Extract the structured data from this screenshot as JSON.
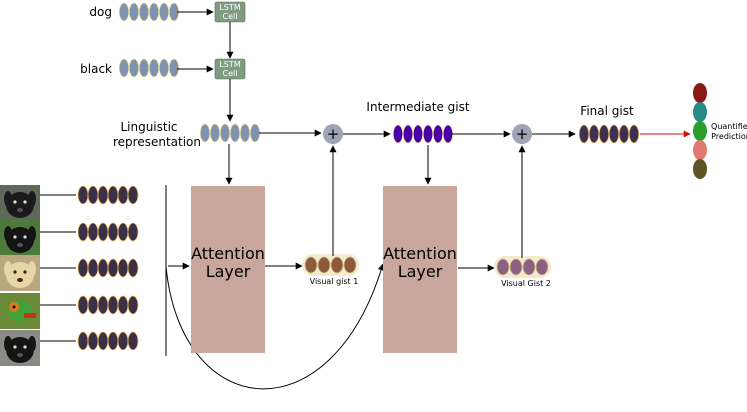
{
  "words": {
    "dog": "dog",
    "black": "black"
  },
  "lstm_cell": {
    "line1": "LSTM",
    "line2": "Cell"
  },
  "linguistic": {
    "line1": "Linguistic",
    "line2": "representation"
  },
  "intermediate_gist": "Intermediate gist",
  "final_gist": "Final gist",
  "attention": {
    "line1": "Attention",
    "line2": "Layer"
  },
  "visual_gist_1": "Visual gist 1",
  "visual_gist_2": "Visual Gist 2",
  "quantifier": {
    "line1": "Quantifier",
    "line2": "Prediction"
  },
  "plus_symbol": "+",
  "colors": {
    "word_vector": "#7f93b0",
    "word_vector_border": "#f3e6a0",
    "lstm_box": "#7f9b82",
    "linguistic_vector": "#7f93b0",
    "image_vector": "#3a3146",
    "image_vector_border": "#f5c36a",
    "intermediate_vector": "#4a00a8",
    "final_vector": "#3e3050",
    "attention_box": "#c9a79c",
    "visual_gist_1": "#8a5c3c",
    "visual_gist_2": "#8c6080",
    "plus_node": "#9ea4b5",
    "prediction_arrow": "#cc1111",
    "quantifier_circles": [
      "#8b1a14",
      "#2a8a86",
      "#2aa02a",
      "#e07a70",
      "#5c5424"
    ]
  },
  "images": [
    {
      "name": "dog-image-1",
      "bg": "#5d6a5a",
      "fur": "#1a1a1a"
    },
    {
      "name": "dog-image-2",
      "bg": "#4c7a3a",
      "fur": "#141414"
    },
    {
      "name": "dog-image-3",
      "bg": "#b8a880",
      "fur": "#e8d6a8"
    },
    {
      "name": "bird-image-4",
      "bg": "#6a8a3a",
      "fur": "#3ea43a"
    },
    {
      "name": "dog-image-5",
      "bg": "#8a8a86",
      "fur": "#151515"
    }
  ]
}
